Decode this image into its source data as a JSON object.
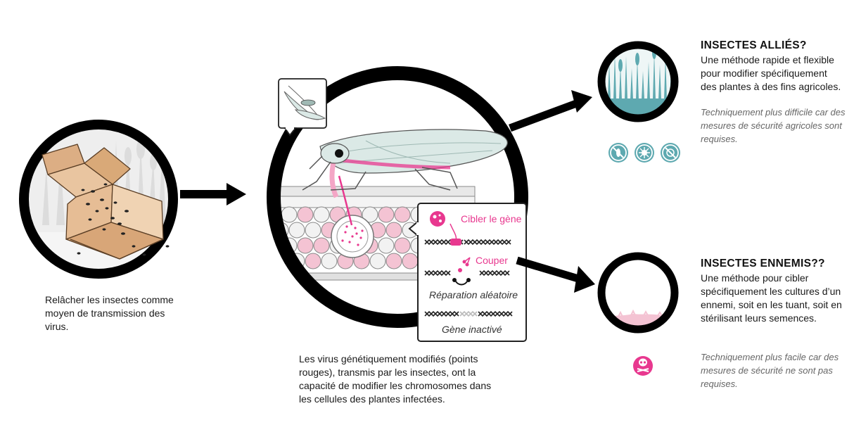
{
  "left": {
    "caption": "Relâcher les insectes comme moyen de transmission des virus."
  },
  "center": {
    "caption": "Les virus génétiquement modifiés (points rouges), transmis par les insectes, ont la capacité de modifier les chromosomes dans les cellules des plantes infectées.",
    "steps": {
      "target": "Cibler le gène",
      "cut": "Couper",
      "repair": "Réparation aléatoire",
      "inactive": "Gène inactivé"
    }
  },
  "allies": {
    "title": "INSECTES ALLIÉS?",
    "text": "Une méthode rapide et flexible pour modifier spécifiquement des plantes à des fins agricoles.",
    "note": "Techniquement plus difficile car des mesures de sécurité agricoles sont requises.",
    "icons": [
      "no-insect-icon",
      "no-virus-icon",
      "no-spread-icon"
    ]
  },
  "enemies": {
    "title": "INSECTES ENNEMIS??",
    "text": "Une méthode pour cibler spécifiquement les cultures d’un ennemi, soit en les tuant, soit en stérilisant leurs semences.",
    "note": "Techniquement plus facile car des mesures de sécurité ne sont pas requises.",
    "icons": [
      "skull-icon"
    ]
  },
  "colors": {
    "ring": "#000000",
    "magenta": "#e8388f",
    "pink_cell": "#f4c3d3",
    "teal": "#5ea9b0",
    "insect_wing": "#dbe9e6"
  }
}
